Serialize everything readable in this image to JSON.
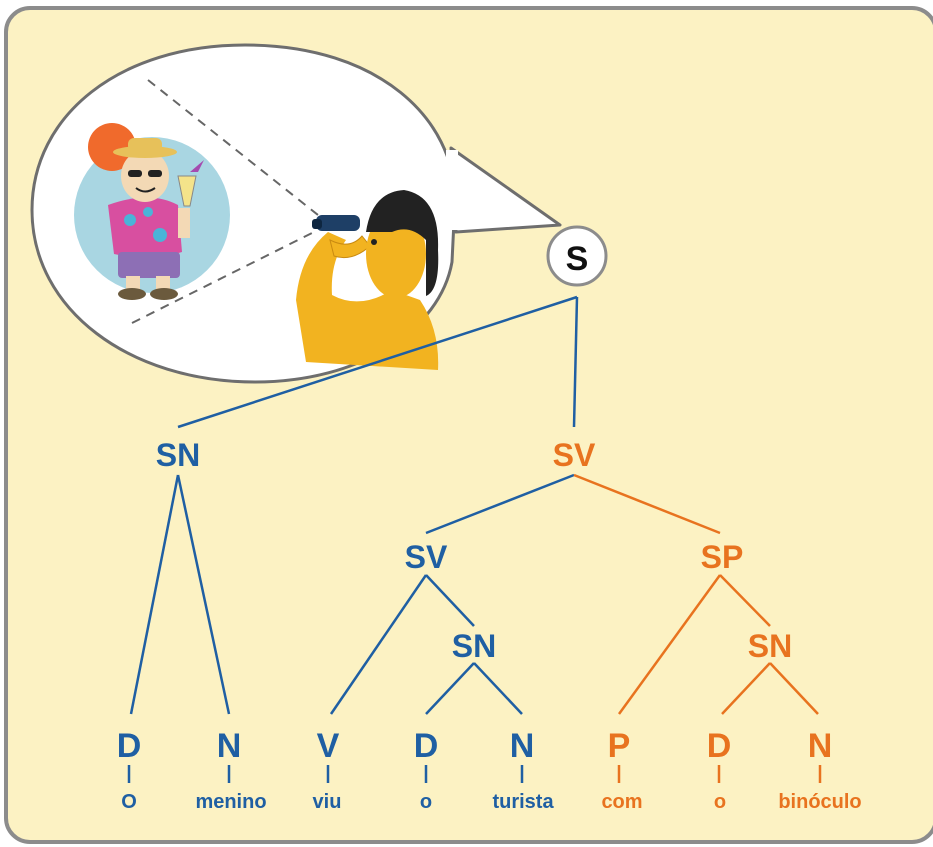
{
  "colors": {
    "blue": "#1f5fa3",
    "orange": "#e8731f",
    "panel_bg": "#fcf2c3",
    "panel_border": "#8c8c8c",
    "bubble_border": "#6e6e6e"
  },
  "tree": {
    "root": {
      "label": "S"
    },
    "sn_subject": {
      "label": "SN",
      "color": "blue"
    },
    "sv_top": {
      "label": "SV",
      "color": "orange"
    },
    "sv_inner": {
      "label": "SV",
      "color": "blue"
    },
    "sn_object": {
      "label": "SN",
      "color": "blue"
    },
    "sp": {
      "label": "SP",
      "color": "orange"
    },
    "sn_prep": {
      "label": "SN",
      "color": "orange"
    },
    "leaves": [
      {
        "category": "D",
        "word": "O",
        "color": "blue"
      },
      {
        "category": "N",
        "word": "menino",
        "color": "blue"
      },
      {
        "category": "V",
        "word": "viu",
        "color": "blue"
      },
      {
        "category": "D",
        "word": "o",
        "color": "blue"
      },
      {
        "category": "N",
        "word": "turista",
        "color": "blue"
      },
      {
        "category": "P",
        "word": "com",
        "color": "orange"
      },
      {
        "category": "D",
        "word": "o",
        "color": "orange"
      },
      {
        "category": "N",
        "word": "binóculo",
        "color": "orange"
      }
    ]
  },
  "illustration": {
    "subject": "tourist-with-drink",
    "observer": "boy-with-binoculars"
  }
}
